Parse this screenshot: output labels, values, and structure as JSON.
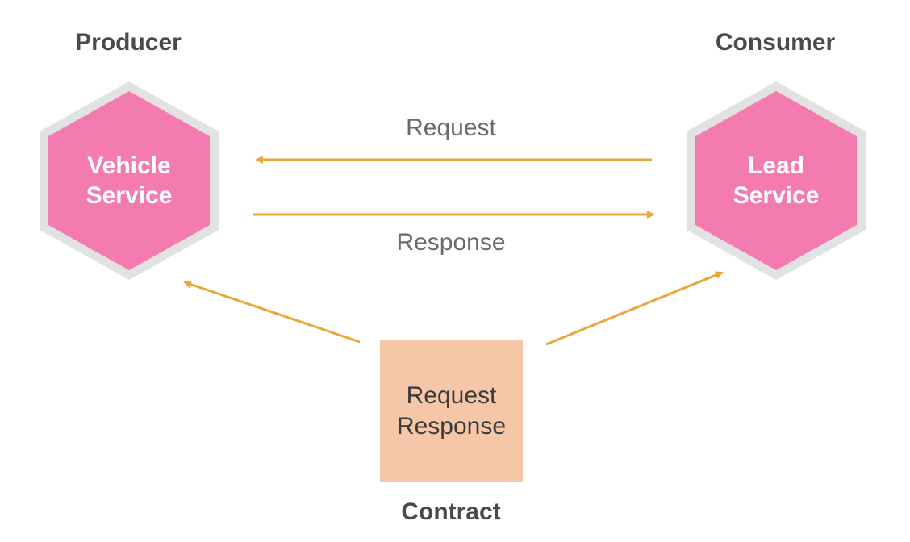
{
  "producer": {
    "title": "Producer",
    "service_label": "Vehicle\nService"
  },
  "consumer": {
    "title": "Consumer",
    "service_label": "Lead\nService"
  },
  "flows": {
    "request_label": "Request",
    "response_label": "Response"
  },
  "contract": {
    "title": "Contract",
    "box_label": "Request\nResponse"
  },
  "colors": {
    "hexagon_fill": "#f37bb0",
    "hexagon_border": "#e2e2e2",
    "arrow": "#e8a838",
    "contract_box": "#f5c6a8",
    "title_text": "#4a4a4a",
    "flow_text": "#6a6a6a"
  }
}
